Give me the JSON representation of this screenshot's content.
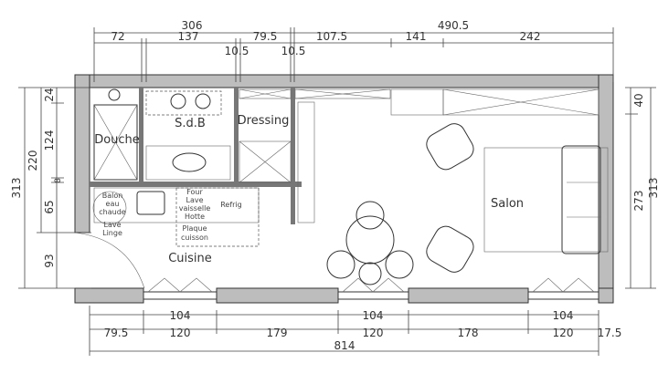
{
  "rooms": {
    "douche": "Douche",
    "sdb": "S.d.B",
    "dressing": "Dressing",
    "cuisine": "Cuisine",
    "salon": "Salon"
  },
  "appliances": {
    "ballon_1": "Balon",
    "ballon_2": "eau",
    "ballon_3": "chaude",
    "lave_linge_1": "Lave",
    "lave_linge_2": "Linge",
    "four": "Four",
    "lave_vaisselle_1": "Lave",
    "lave_vaisselle_2": "vaisselle",
    "hotte": "Hotte",
    "plaque_1": "Plaque",
    "plaque_2": "cuisson",
    "refrig": "Refrig"
  },
  "dimensions": {
    "top_overall": [
      "306",
      "490.5"
    ],
    "top_detail": [
      "72",
      "137",
      "10.5",
      "79.5",
      "10.5",
      "107.5",
      "141",
      "242"
    ],
    "left_overall": "313",
    "left_mid": "220",
    "left_detail": [
      "24",
      "124",
      "8",
      "65",
      "93"
    ],
    "right_detail": [
      "40",
      "273"
    ],
    "right_overall": "313",
    "bottom_windows": [
      "104",
      "104",
      "104"
    ],
    "bottom_detail": [
      "79.5",
      "120",
      "179",
      "120",
      "178",
      "120",
      "17.5"
    ],
    "bottom_overall": "814"
  },
  "colors": {
    "wall": "#bdbdbd",
    "line": "#333333"
  }
}
